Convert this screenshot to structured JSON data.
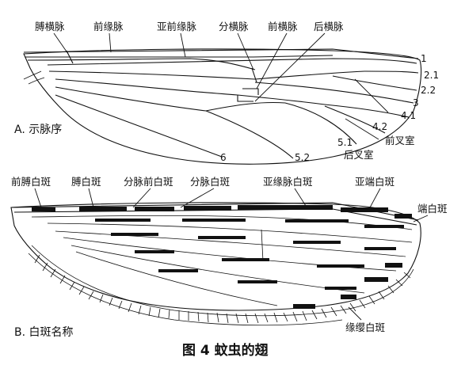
{
  "panel_a": {
    "title": "A. 示脉序",
    "labels": {
      "humeral_crossvein": "膊横脉",
      "costa": "前缘脉",
      "subcosta": "亚前缘脉",
      "sector_crossvein": "分横脉",
      "anterior_crossvein": "前横脉",
      "posterior_crossvein": "后横脉",
      "anterior_fork_cell": "前叉室",
      "posterior_fork_cell": "后叉室"
    },
    "vein_numbers": [
      "1",
      "2.1",
      "2.2",
      "3",
      "4.1",
      "4.2",
      "5.1",
      "5.2",
      "6"
    ]
  },
  "panel_b": {
    "title": "B. 白斑名称",
    "labels": {
      "prehumeral_spot": "前膊白斑",
      "humeral_spot": "膊白斑",
      "presector_spot": "分脉前白斑",
      "sector_spot": "分脉白斑",
      "subcostal_spot": "亚缘脉白斑",
      "preapical_spot": "亚端白斑",
      "apical_spot": "端白斑",
      "fringe_spot": "缘缨白斑"
    }
  },
  "figure_caption": "图 4  蚊虫的翅"
}
